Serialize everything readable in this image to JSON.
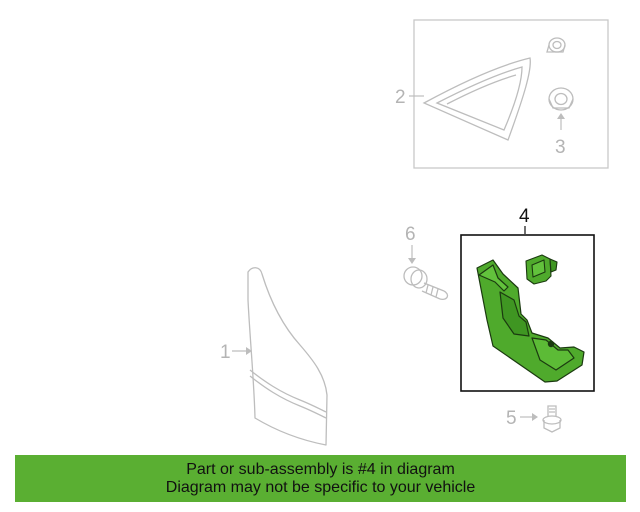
{
  "callouts": {
    "c1": "1",
    "c2": "2",
    "c3": "3",
    "c4": "4",
    "c5": "5",
    "c6": "6"
  },
  "banner": {
    "line1": "Part or sub-assembly is #4 in diagram",
    "line2": "Diagram may not be specific to your vehicle"
  },
  "colors": {
    "highlight": "#5aaf32",
    "banner_bg": "#5aaf32",
    "part_green": "#4faa2c",
    "faded_line": "#bdbdbd"
  }
}
